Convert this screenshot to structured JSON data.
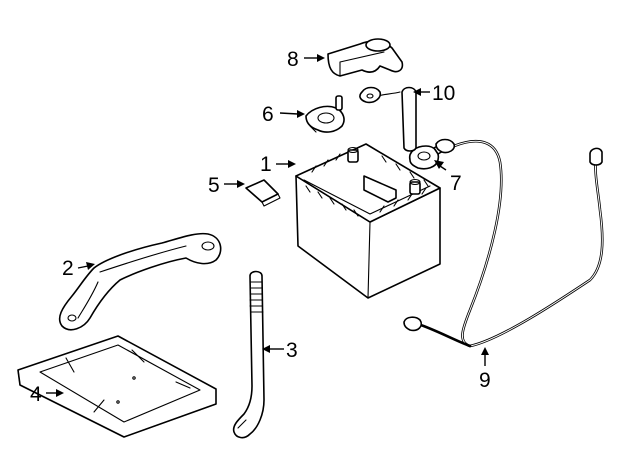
{
  "callouts": [
    {
      "id": "1",
      "label": "1",
      "part": "battery"
    },
    {
      "id": "2",
      "label": "2",
      "part": "hold-down-bracket"
    },
    {
      "id": "3",
      "label": "3",
      "part": "vent-tube"
    },
    {
      "id": "4",
      "label": "4",
      "part": "battery-tray"
    },
    {
      "id": "5",
      "label": "5",
      "part": "spacer-pad"
    },
    {
      "id": "6",
      "label": "6",
      "part": "positive-terminal-clamp"
    },
    {
      "id": "7",
      "label": "7",
      "part": "negative-terminal-clamp"
    },
    {
      "id": "8",
      "label": "8",
      "part": "terminal-cover"
    },
    {
      "id": "9",
      "label": "9",
      "part": "ground-cable"
    },
    {
      "id": "10",
      "label": "10",
      "part": "positive-cable"
    }
  ],
  "colors": {
    "ink": "#000000",
    "paper": "#ffffff"
  }
}
